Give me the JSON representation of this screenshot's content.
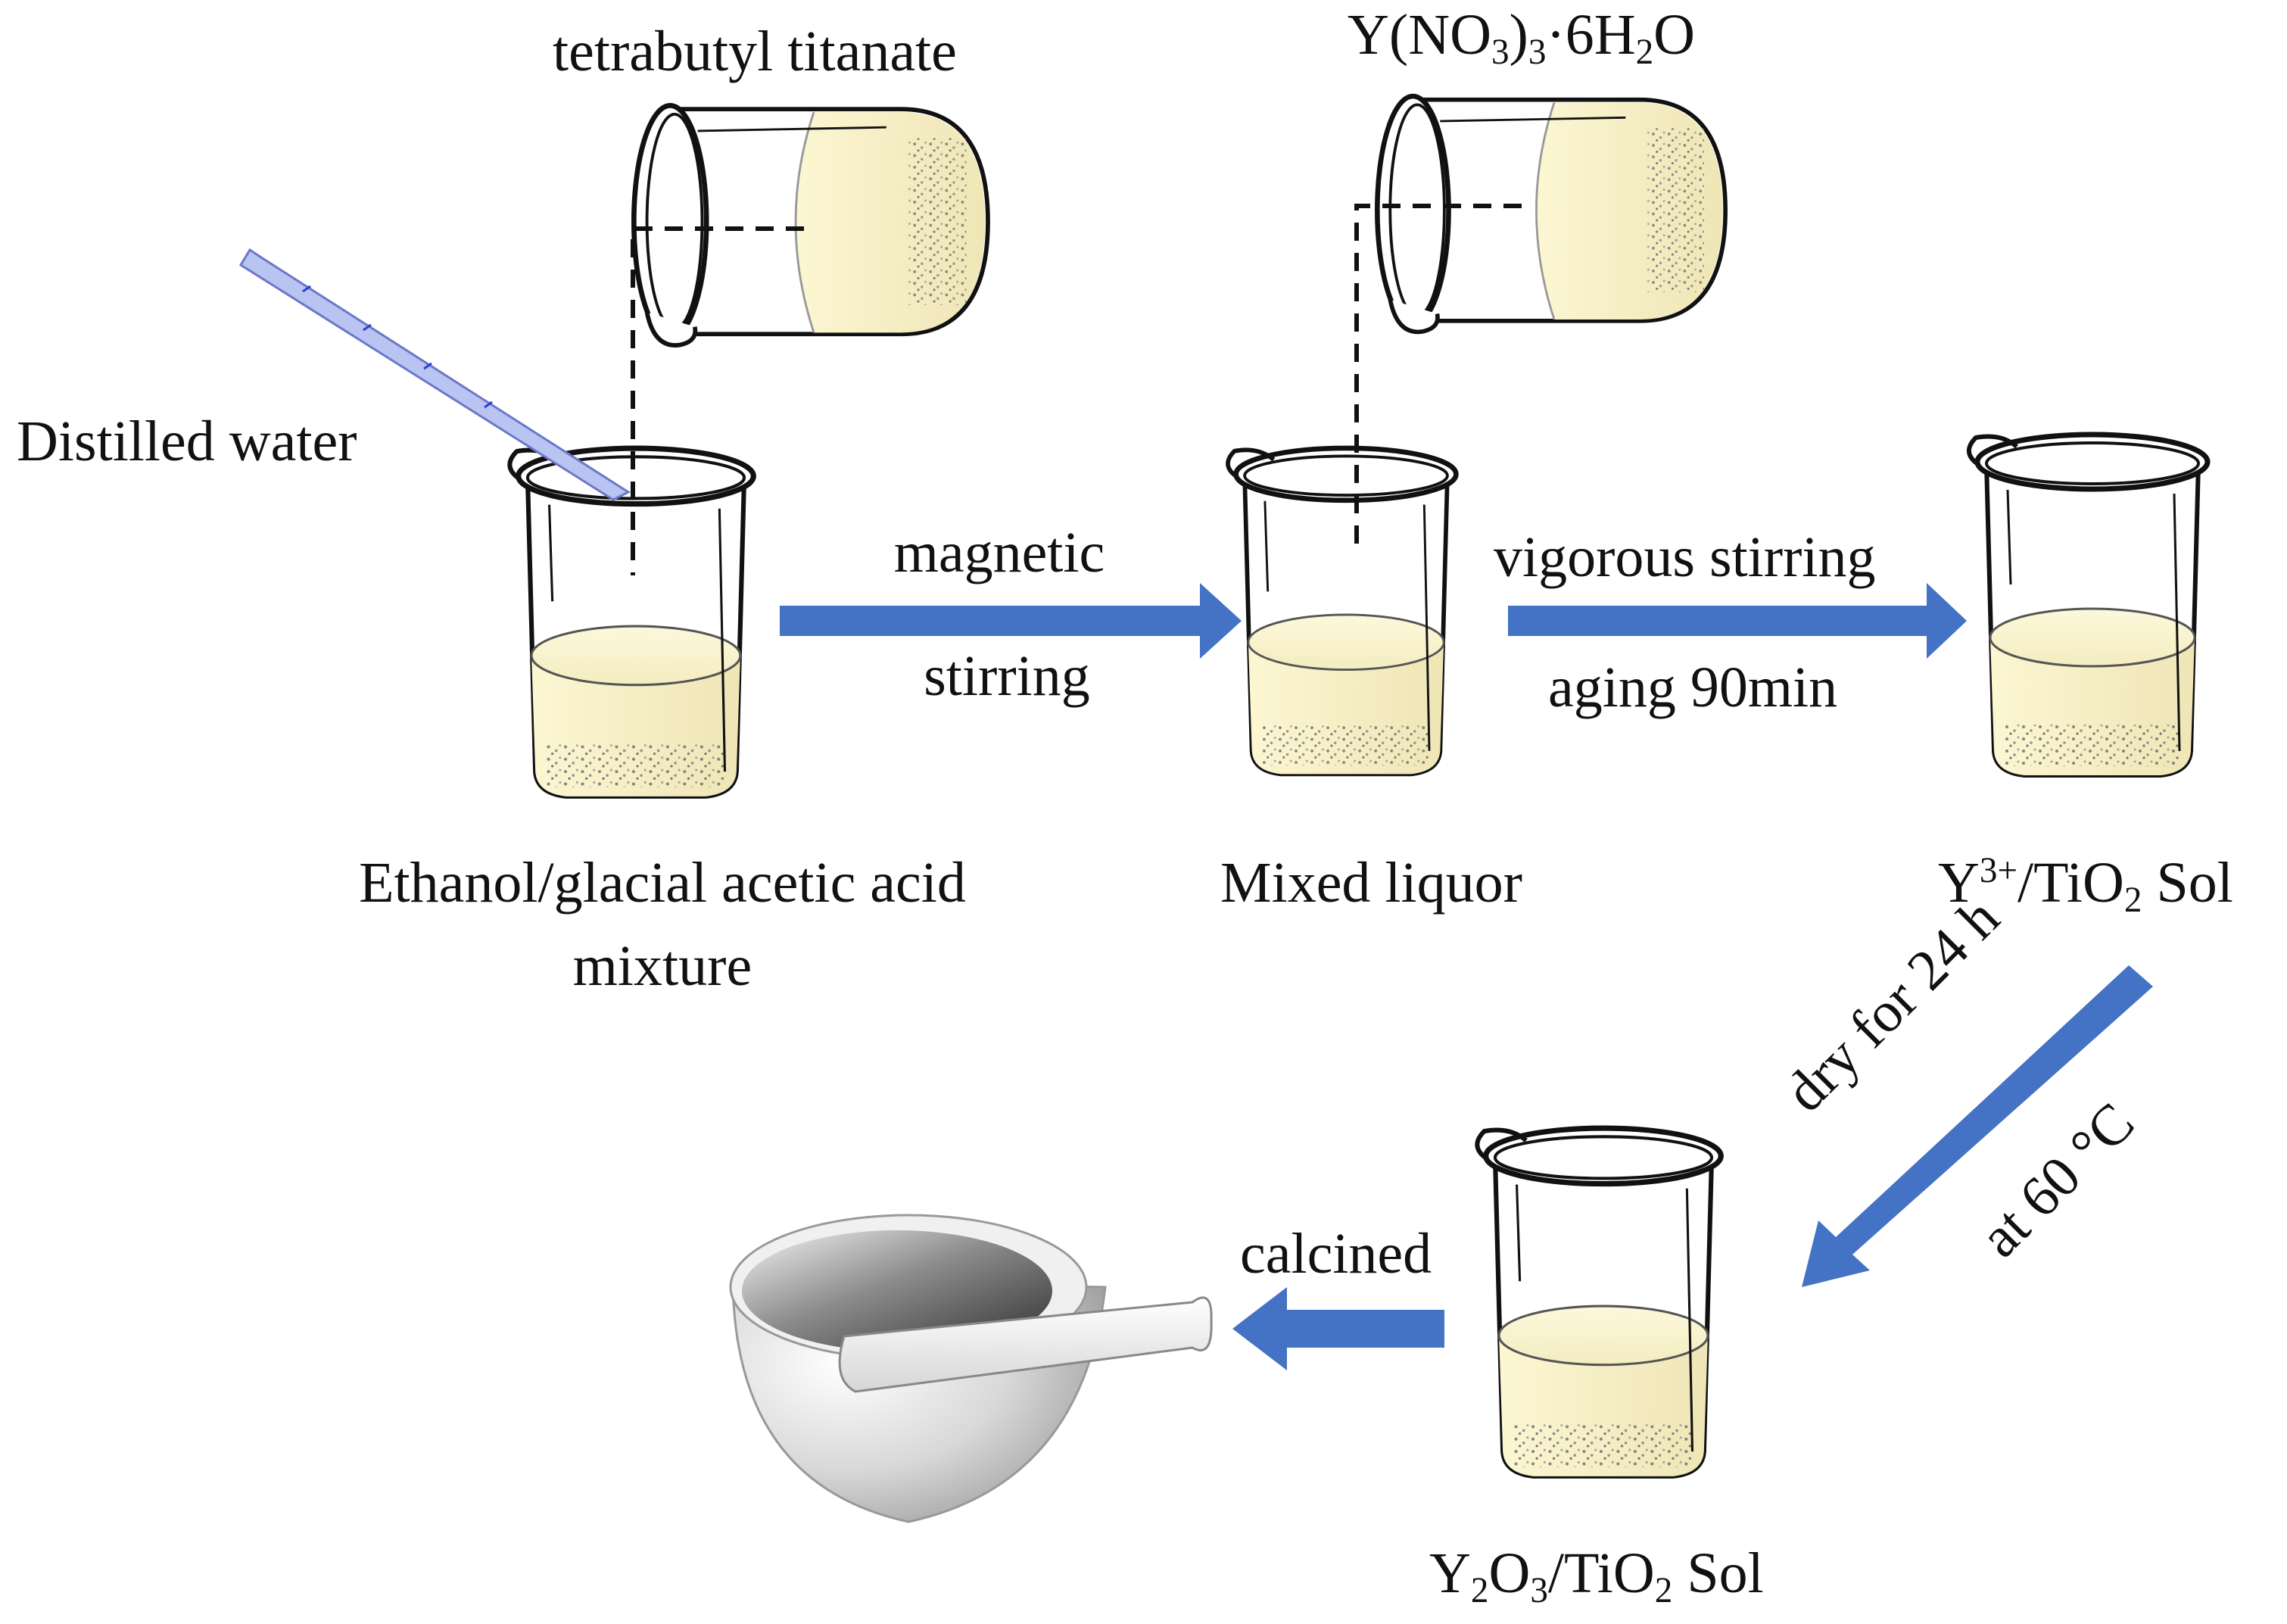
{
  "labels": {
    "tetrabutyl": "tetrabutyl titanate",
    "yttrium_Y": "Y(NO",
    "yttrium_3a": "3",
    "yttrium_mid": ")",
    "yttrium_3b": "3",
    "yttrium_dot": "·6H",
    "yttrium_2": "2",
    "yttrium_O": "O",
    "distilled": "Distilled water",
    "magnetic": "magnetic",
    "stirring": "stirring",
    "vigorous": "vigorous stirring",
    "aging": "aging 90min",
    "ethanol_line1": "Ethanol/glacial acetic acid",
    "ethanol_line2": "mixture",
    "mixed": "Mixed liquor",
    "ysol_Y": "Y",
    "ysol_sup": "3+",
    "ysol_mid": "/TiO",
    "ysol_sub": "2",
    "ysol_end": " Sol",
    "dry_line1": "dry for 24 h",
    "dry_line2": "at 60 °C",
    "calcined": "calcined",
    "y2o3_Y": "Y",
    "y2o3_2": "2",
    "y2o3_O": "O",
    "y2o3_3": "3",
    "y2o3_mid": "/TiO",
    "y2o3_sub": "2",
    "y2o3_end": " Sol"
  },
  "colors": {
    "arrow": "#4472C4",
    "liquid": "#FBF5D6",
    "pipette": "#B9C4F2",
    "outline": "#111111"
  },
  "icons": [
    "beaker-icon",
    "pipette-icon",
    "mortar-pestle-icon",
    "arrow-icon"
  ]
}
